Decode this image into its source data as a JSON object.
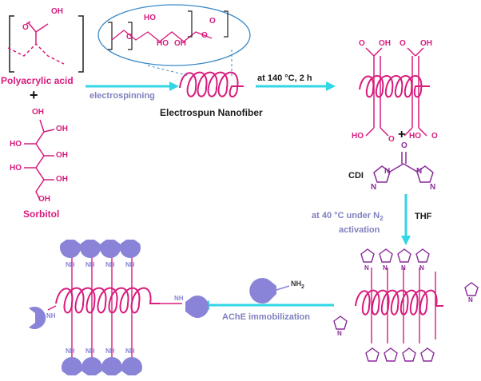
{
  "labels": {
    "polyacrylic_acid": "Polyacrylic acid",
    "plus_1": "+",
    "plus_2": "+",
    "sorbitol": "Sorbitol",
    "electrospinning": "electrospinning",
    "electrospun_nanofiber": "Electrospun Nanofiber",
    "heat_condition": "at 140 °C, 2 h",
    "cdi": "CDI",
    "thf": "THF",
    "activation_line1": "at 40 °C under N",
    "activation_subscript": "2",
    "activation_line2": "activation",
    "ache_immobilization": "AChE immobilization"
  },
  "chem_text": {
    "oh": "OH",
    "ho": "HO",
    "o": "O",
    "n": "N",
    "nh": "NH",
    "nh2": "NH",
    "nh2_sub": "2"
  },
  "colors": {
    "chain": "#d81b7d",
    "arrow": "#33d6e6",
    "process_text": "#8080c0",
    "black_text": "#1a1a1a",
    "enzyme": "#8a84d8",
    "imidazole": "#8a2a9a",
    "ellipse": "#3a8ac8"
  }
}
